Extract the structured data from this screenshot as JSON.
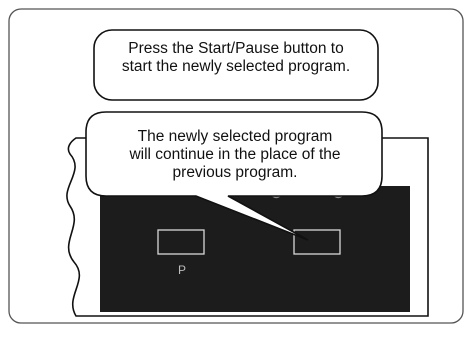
{
  "callouts": {
    "top_text": "Press the Start/Pause button to\nstart the newly selected program.",
    "bottom_text": "The newly selected program\nwill continue in the place of the\nprevious program."
  },
  "panel": {
    "program_button_label": "P",
    "panel_color": "#1c1c1c",
    "button_outline_color": "#d8d8d8"
  }
}
